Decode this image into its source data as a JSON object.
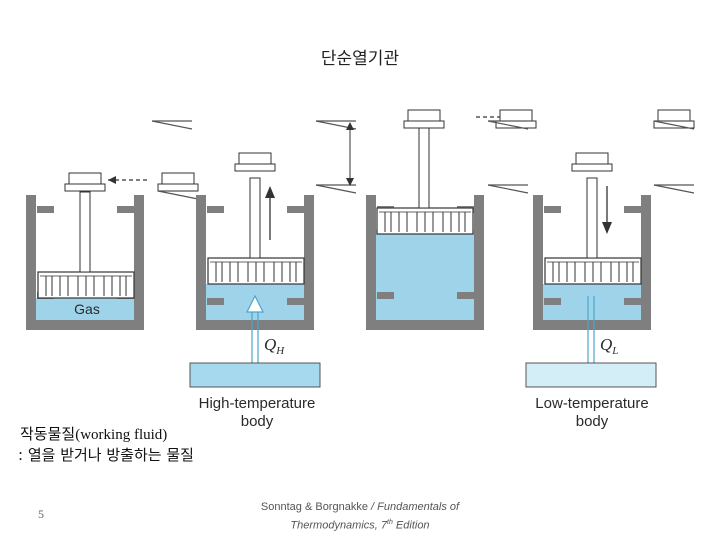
{
  "slide": {
    "title": "단순열기관",
    "gas_label": "Gas",
    "q_h_main": "Q",
    "q_h_sub": "H",
    "q_l_main": "Q",
    "q_l_sub": "L",
    "high_body_line1": "High-temperature",
    "high_body_line2": "body",
    "low_body_line1": "Low-temperature",
    "low_body_line2": "body",
    "working_fluid_ko": "작동물질",
    "working_fluid_en": "(working fluid)",
    "definition": ": 열을 받거나 방출하는 물질",
    "page_number": "5",
    "citation_authors": "Sonntag & Borgnakke",
    "citation_title_1": "/ Fundamentals of",
    "citation_title_2": "Thermodynamics, 7",
    "citation_sup": "th",
    "citation_title_3": " Edition"
  },
  "colors": {
    "wall": "#7f7f7f",
    "fluid": "#9fd3ea",
    "hot_body": "#a6d8ee",
    "cold_body": "#d4eef8",
    "piston_line": "#333333"
  }
}
